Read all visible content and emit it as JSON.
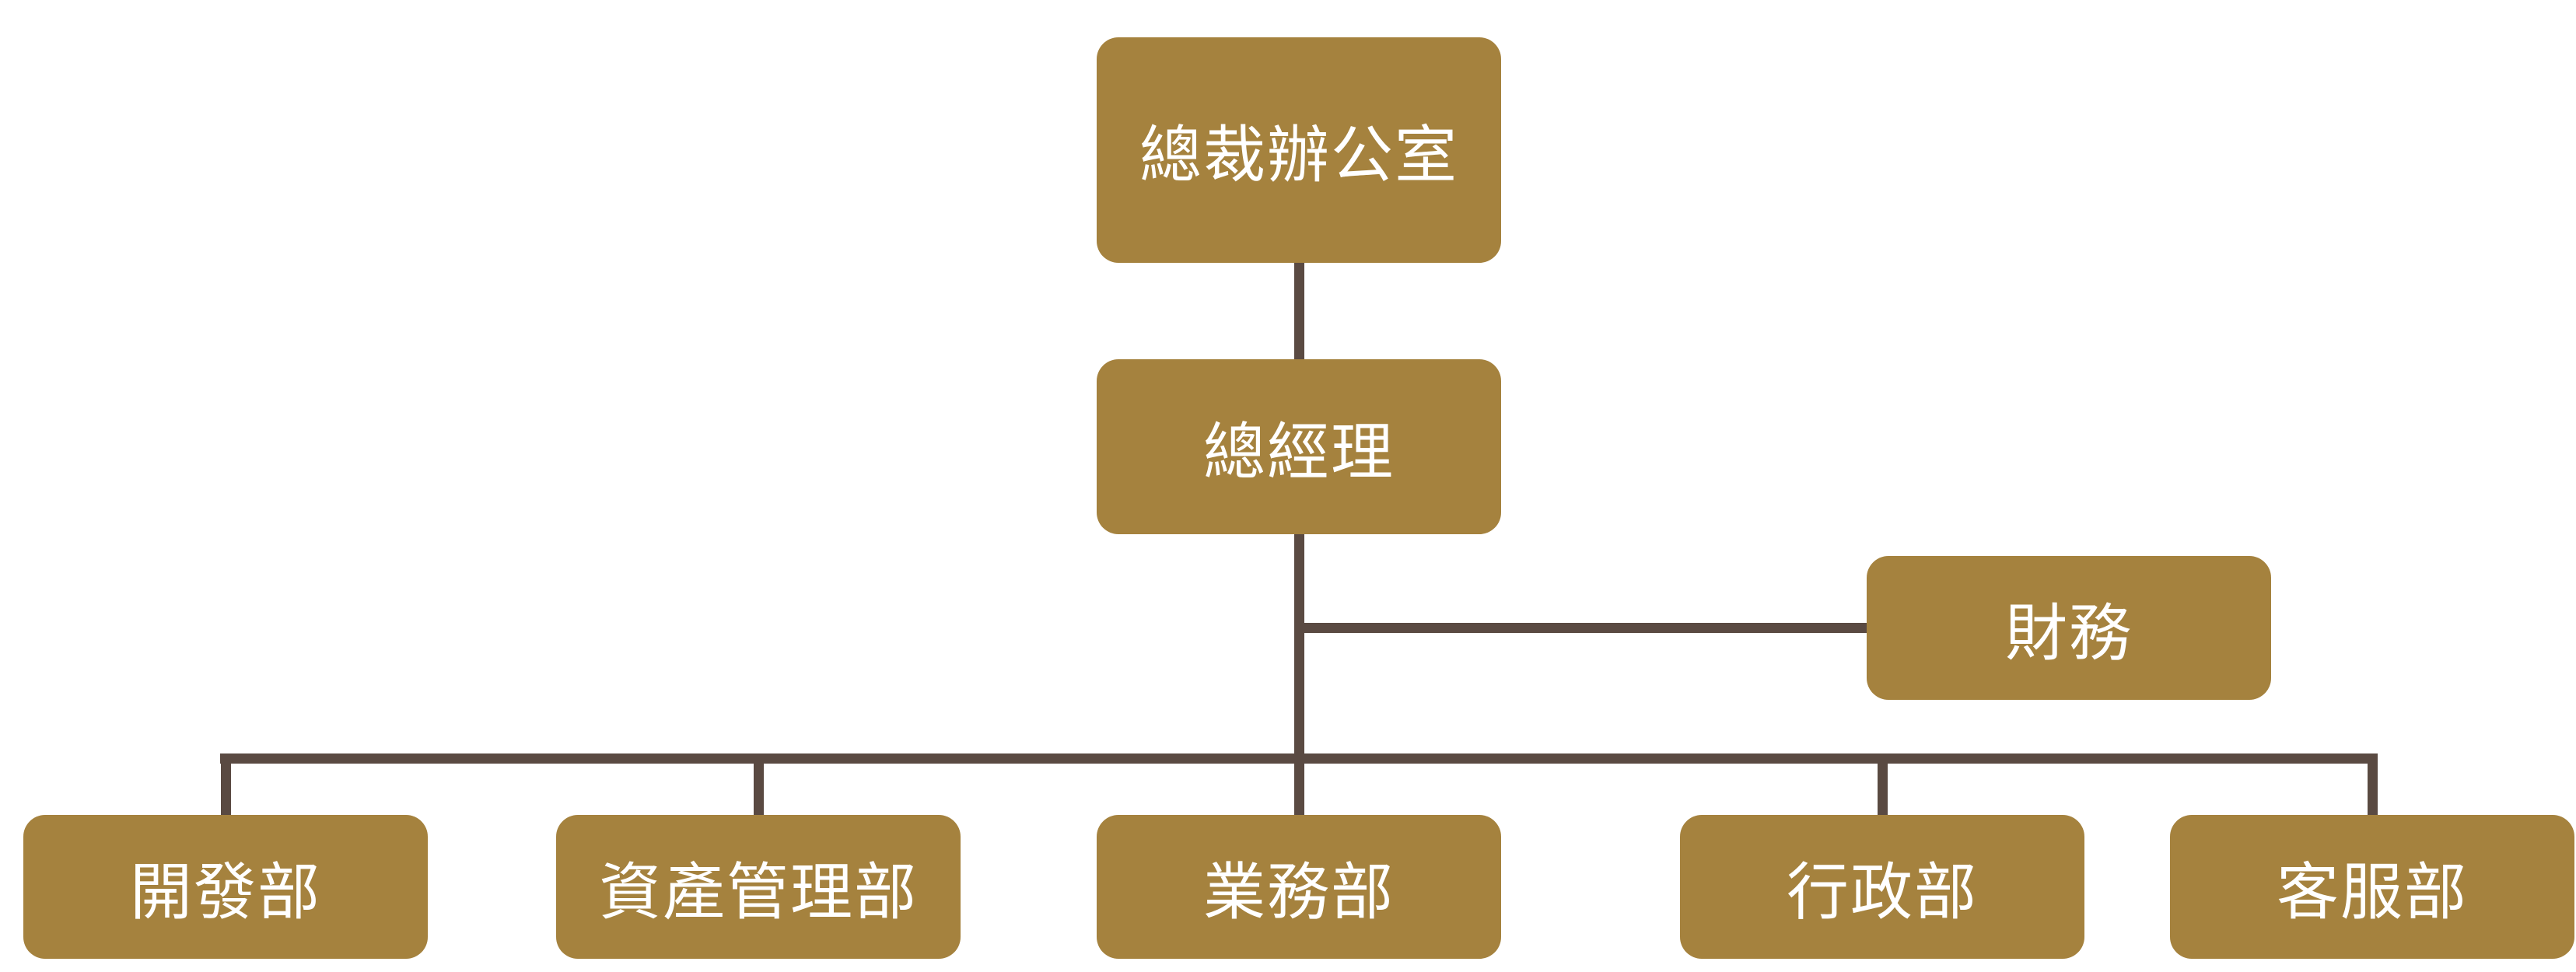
{
  "diagram": {
    "type": "org-chart",
    "colors": {
      "node_fill": "#a5823e",
      "connector": "#5a4a42",
      "text": "#ffffff",
      "background": "#ffffff"
    },
    "nodes": {
      "president_office": {
        "label": "總裁辦公室",
        "level": 1
      },
      "general_manager": {
        "label": "總經理",
        "level": 2
      },
      "finance": {
        "label": "財務",
        "level": 3
      },
      "departments": [
        {
          "label": "開發部"
        },
        {
          "label": "資產管理部"
        },
        {
          "label": "業務部"
        },
        {
          "label": "行政部"
        },
        {
          "label": "客服部"
        }
      ]
    },
    "edges": [
      {
        "parent": "總裁辦公室",
        "child": "總經理"
      },
      {
        "parent": "總經理",
        "child": "財務"
      },
      {
        "parent": "總經理",
        "child": "開發部"
      },
      {
        "parent": "總經理",
        "child": "資產管理部"
      },
      {
        "parent": "總經理",
        "child": "業務部"
      },
      {
        "parent": "總經理",
        "child": "行政部"
      },
      {
        "parent": "總經理",
        "child": "客服部"
      }
    ]
  }
}
